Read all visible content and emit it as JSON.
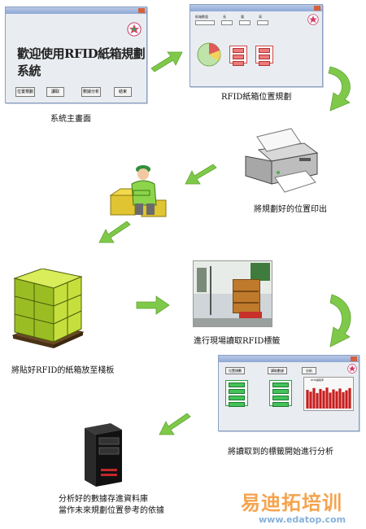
{
  "steps": [
    {
      "caption": "系統主畫面"
    },
    {
      "caption": "RFID紙箱位置規劃"
    },
    {
      "caption": "將規劃好的位置印出"
    },
    {
      "caption": "將貼好RFID的紙箱放至棧板"
    },
    {
      "caption": "進行現場讀取RFID標籤"
    },
    {
      "caption": "將讀取到的標籤開始進行分析"
    },
    {
      "caption_line1": "分析好的數據存進資料庫",
      "caption_line2": "當作未來規劃位置參考的依據"
    }
  ],
  "main_window": {
    "title": "歡迎使用RFID紙箱規劃系統",
    "buttons": [
      "位置規劃",
      "讀取",
      "數據分析",
      "結束"
    ]
  },
  "planning_window": {
    "labels": [
      "紙箱數量",
      "長",
      "寬",
      "高"
    ]
  },
  "analysis_window": {
    "buttons": [
      "位置規劃",
      "讀取數據",
      "分析"
    ],
    "chart_title": "RFID讀取率"
  },
  "watermark": {
    "brand": "易迪拓培训",
    "url": "www.edatop.com"
  },
  "colors": {
    "arrow_green": "#7fc94a",
    "window_bg": "#e9ecf0",
    "title_bar": "#8ea8d6",
    "bar_red": "#c81e1e",
    "grid_green": "#44c25a",
    "watermark_orange": "#f39a3c",
    "watermark_blue": "#7aa9d8"
  }
}
